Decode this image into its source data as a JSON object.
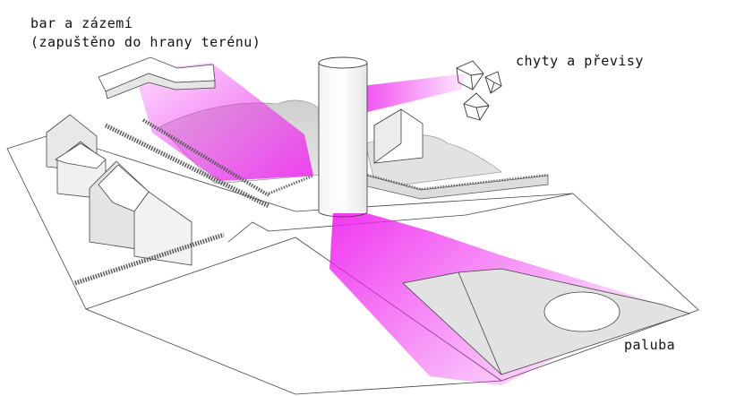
{
  "labels": {
    "bar_title": "bar a zázemí",
    "bar_subtitle": "(zapuštěno do hrany terénu)",
    "holds": "chyty a převisy",
    "deck": "paluba"
  },
  "colors": {
    "highlight": "#ee22ee",
    "line": "#333333",
    "shade": "#d8d8d8",
    "paper": "#ffffff"
  }
}
